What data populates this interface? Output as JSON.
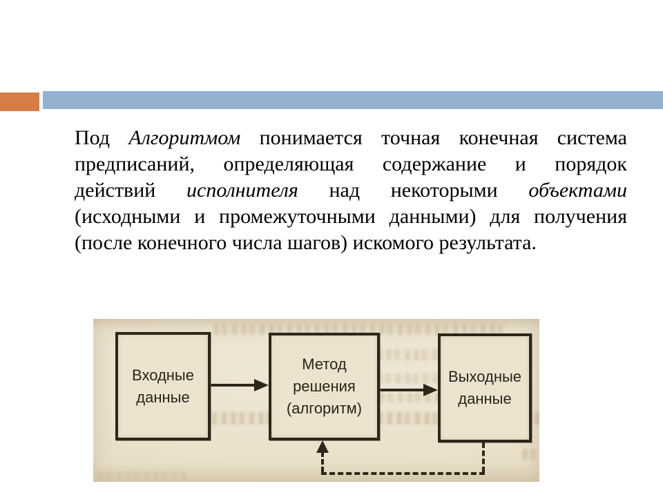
{
  "slide": {
    "type": "presentation-slide",
    "accent_colors": {
      "orange": "#d57d45",
      "blue": "#94b2d0"
    },
    "background": "#ffffff"
  },
  "definition": {
    "lines": [
      {
        "segments": [
          {
            "text": "Под ",
            "style": "normal"
          },
          {
            "text": "Алгоритмом",
            "style": "italic"
          },
          {
            "text": " понимается точная конечная система",
            "style": "normal"
          }
        ]
      },
      {
        "segments": [
          {
            "text": "предписаний, определяющая содержание и порядок",
            "style": "normal"
          }
        ]
      },
      {
        "segments": [
          {
            "text": "действий ",
            "style": "normal"
          },
          {
            "text": "исполнителя",
            "style": "italic"
          },
          {
            "text": " над некоторыми ",
            "style": "normal"
          },
          {
            "text": "объектами",
            "style": "italic"
          }
        ]
      },
      {
        "segments": [
          {
            "text": "(исходными и промежуточными данными) для получения",
            "style": "normal"
          }
        ]
      },
      {
        "segments": [
          {
            "text": "(после конечного числа шагов) искомого результата.",
            "style": "normal"
          }
        ]
      }
    ]
  },
  "diagram": {
    "kind": "scanned flowchart",
    "paper_color": "#e9dfc8",
    "ink_color": "#2e2619",
    "boxes": [
      {
        "id": "input",
        "lines": [
          "Входные",
          "данные"
        ]
      },
      {
        "id": "method",
        "lines": [
          "Метод",
          "решения",
          "(алгоритм)"
        ]
      },
      {
        "id": "output",
        "lines": [
          "Выходные",
          "данные"
        ]
      }
    ],
    "connections": [
      {
        "from": "input",
        "to": "method",
        "style": "solid-arrow"
      },
      {
        "from": "method",
        "to": "output",
        "style": "solid-arrow"
      },
      {
        "from": "output",
        "to": "method",
        "style": "dashed-feedback-arrow"
      }
    ]
  }
}
